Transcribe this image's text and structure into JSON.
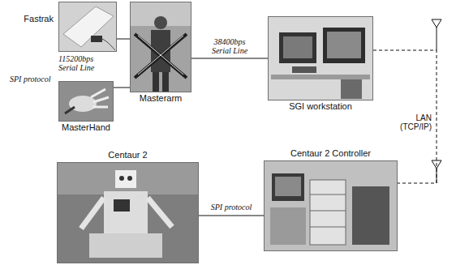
{
  "diagram": {
    "nodes": [
      {
        "text": [
          "Fastrak"
        ]
      },
      {
        "text": [
          "Masterarm"
        ]
      },
      {
        "text": [
          "SGI workstation"
        ]
      },
      {
        "text": [
          "MasterHand"
        ]
      },
      {
        "text": [
          "Centaur 2"
        ]
      },
      {
        "text": [
          "Centaur 2 Controller"
        ]
      }
    ],
    "edges": [
      {
        "from": 0,
        "to": 1,
        "arrow": "none",
        "label": "115200bps Serial Line"
      },
      {
        "from": 3,
        "to": 1,
        "arrow": "none",
        "label": "SPI protocol"
      },
      {
        "from": 1,
        "to": 2,
        "arrow": "none",
        "label": "38400bps Serial Line"
      },
      {
        "from": 2,
        "to": 5,
        "arrow": "none",
        "label": "LAN (TCP/IP)"
      },
      {
        "from": 4,
        "to": 5,
        "arrow": "none",
        "label": "SPI protocol"
      }
    ]
  }
}
